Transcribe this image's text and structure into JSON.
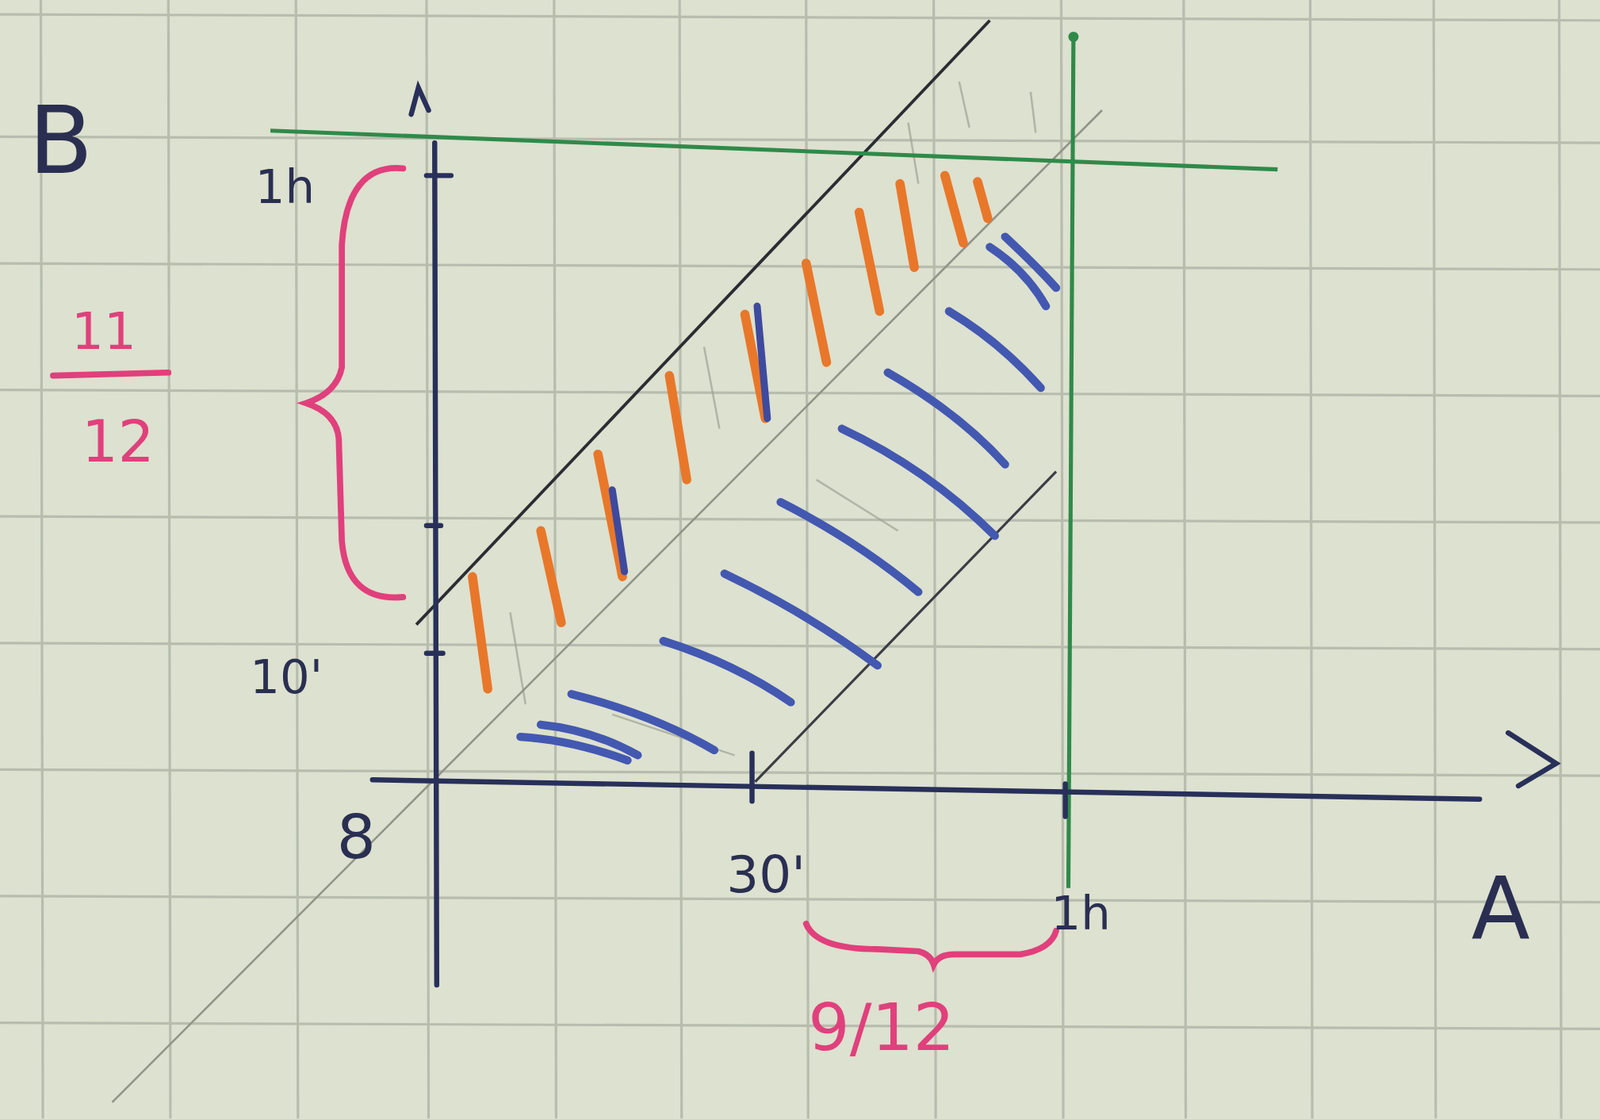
{
  "diagram": {
    "labels": [
      "B",
      "1h",
      "11",
      "12",
      "10'",
      "8",
      "30'",
      "1h",
      "9/12",
      "A"
    ]
  }
}
